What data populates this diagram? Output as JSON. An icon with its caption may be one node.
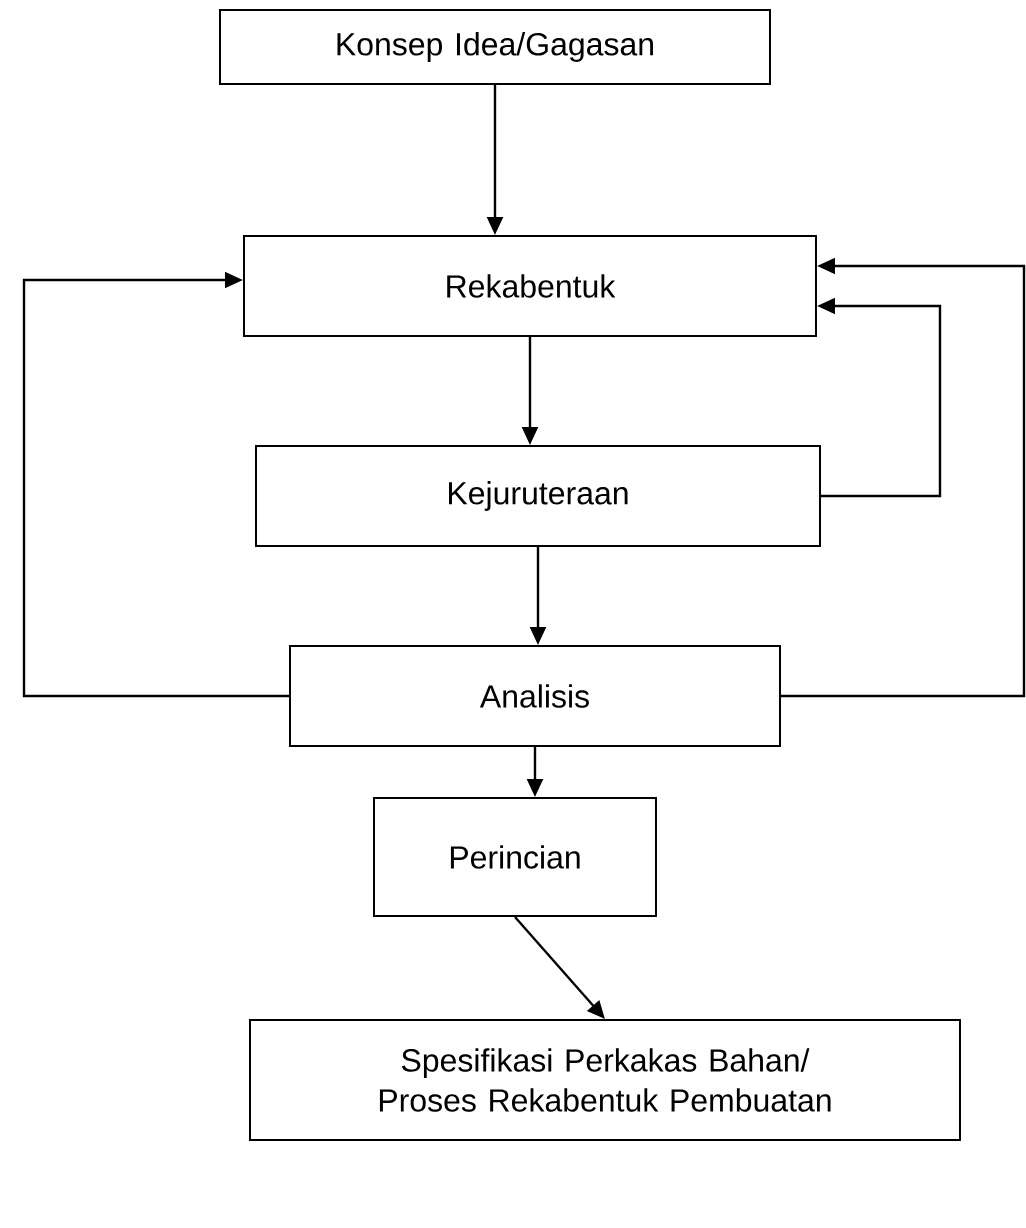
{
  "diagram": {
    "nodes": [
      {
        "text": [
          "Konsep Idea/Gagasan"
        ]
      },
      {
        "text": [
          "Rekabentuk"
        ]
      },
      {
        "text": [
          "Kejuruteraan"
        ]
      },
      {
        "text": [
          "Analisis"
        ]
      },
      {
        "text": [
          "Perincian"
        ]
      },
      {
        "text": [
          "Spesifikasi Perkakas Bahan/ Proses Rekabentuk Pembuatan"
        ]
      }
    ],
    "edges": [
      {
        "from": 0,
        "to": 1,
        "arrow": "to"
      },
      {
        "from": 1,
        "to": 2,
        "arrow": "to"
      },
      {
        "from": 2,
        "to": 3,
        "arrow": "to"
      },
      {
        "from": 3,
        "to": 4,
        "arrow": "to"
      },
      {
        "from": 4,
        "to": 5,
        "arrow": "to"
      },
      {
        "from": 3,
        "to": 1,
        "arrow": "to"
      },
      {
        "from": 2,
        "to": 1,
        "arrow": "to"
      },
      {
        "from": 3,
        "to": 1,
        "arrow": "to"
      }
    ]
  }
}
